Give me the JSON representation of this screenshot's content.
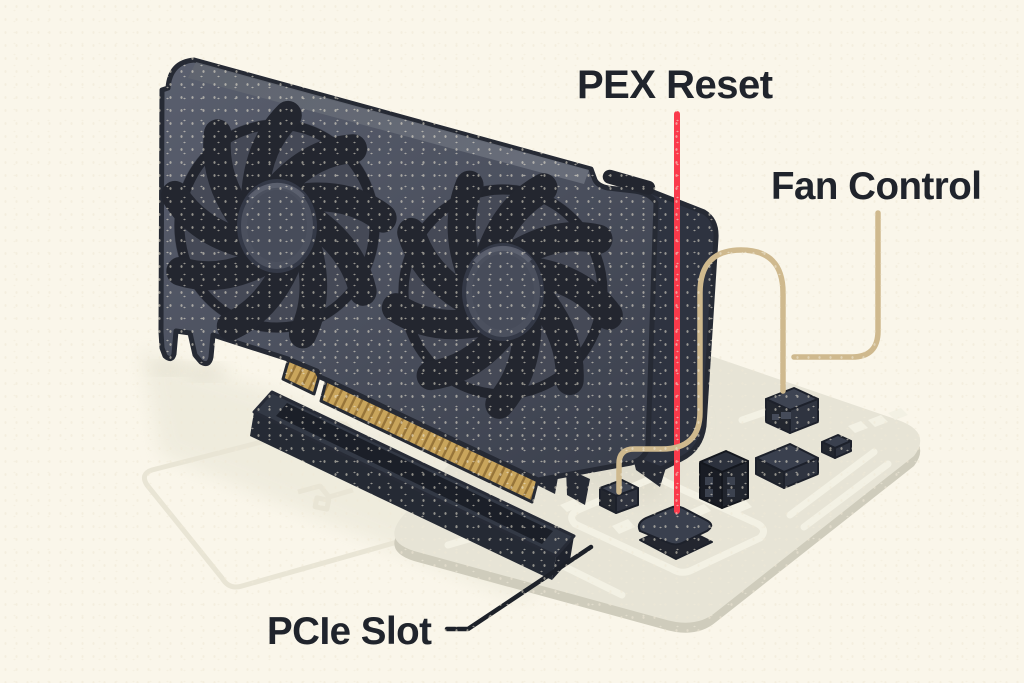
{
  "figure": {
    "labels": {
      "pex_reset": {
        "text": "PEX Reset",
        "pointer_color": "#fa3a4b"
      },
      "fan_control": {
        "text": "Fan Control",
        "pointer_color": "#cfb98e"
      },
      "pcie_slot": {
        "text": "PCIe Slot",
        "pointer_color": "#1d2129"
      }
    },
    "palette": {
      "background": "#faf6ea",
      "card_body": "#4d5260",
      "card_dark_side": "#2e3340",
      "fan_blade": "#23262f",
      "fan_hub": "#4b505e",
      "gold_fingers": "#c9a55c",
      "board": "#e7e4d6",
      "board_trace": "#f3f1e4",
      "text": "#20242c"
    }
  }
}
